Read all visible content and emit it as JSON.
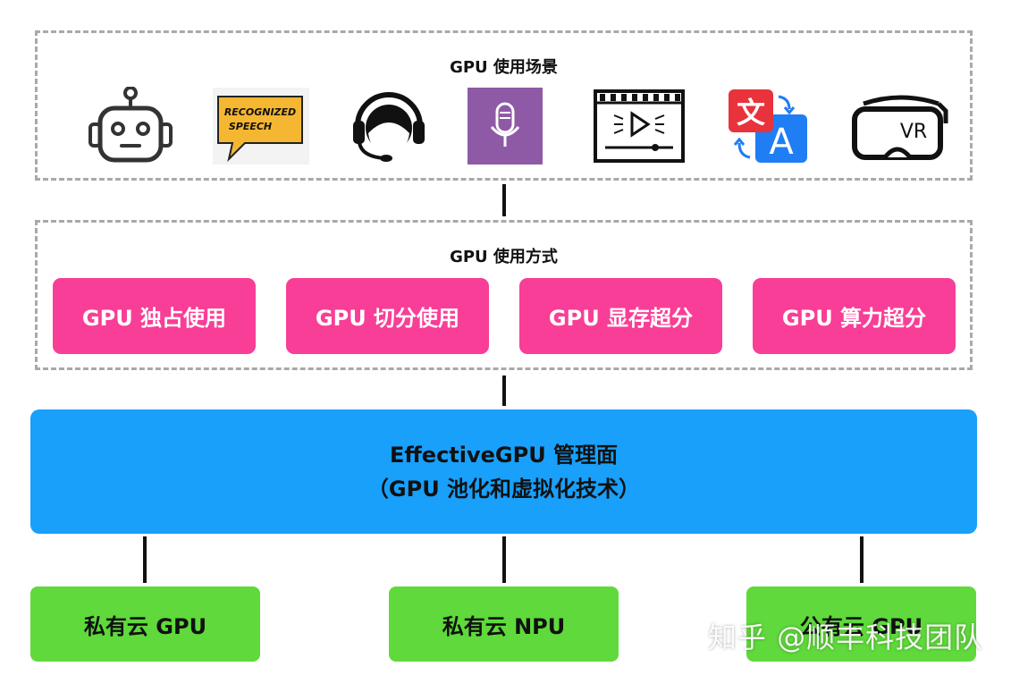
{
  "scenarios": {
    "title": "GPU 使用场景",
    "icons": [
      {
        "name": "robot-icon"
      },
      {
        "name": "recognized-speech-icon",
        "label_line1": "RECOGNIZED",
        "label_line2": "SPEECH"
      },
      {
        "name": "headset-support-icon"
      },
      {
        "name": "microphone-icon"
      },
      {
        "name": "video-player-icon"
      },
      {
        "name": "translate-icon",
        "glyph_zh": "文",
        "glyph_en": "A"
      },
      {
        "name": "vr-headset-icon",
        "label": "VR"
      }
    ]
  },
  "usage_modes": {
    "title": "GPU 使用方式",
    "buttons": [
      "GPU 独占使用",
      "GPU 切分使用",
      "GPU 显存超分",
      "GPU 算力超分"
    ]
  },
  "management": {
    "line1": "EffectiveGPU 管理面",
    "line2": "（GPU 池化和虚拟化技术）"
  },
  "resources": [
    "私有云 GPU",
    "私有云 NPU",
    "公有云 GPU"
  ],
  "watermark": "知乎 @顺丰科技团队",
  "colors": {
    "pink": "#f93e97",
    "blue": "#18a0fb",
    "green": "#5fd93b",
    "purple": "#8e5aa6",
    "speech_yellow": "#f5b731"
  }
}
